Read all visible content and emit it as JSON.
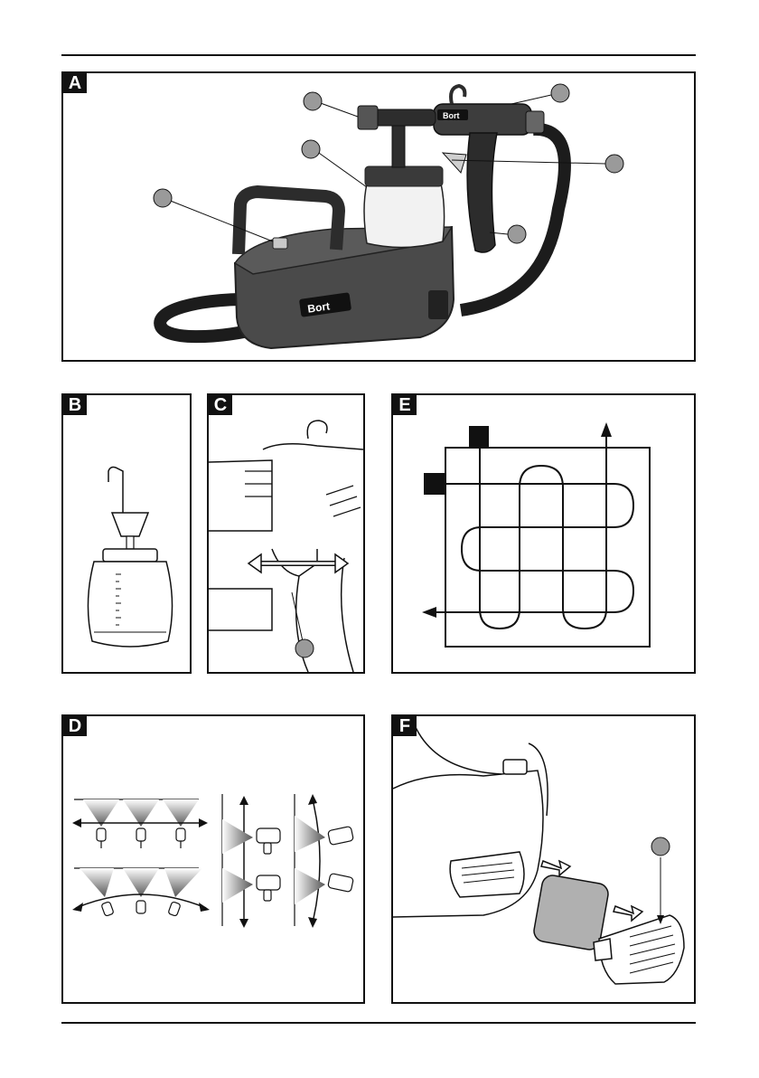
{
  "panels": {
    "a": {
      "label": "A"
    },
    "b": {
      "label": "B"
    },
    "c": {
      "label": "C"
    },
    "d": {
      "label": "D"
    },
    "e": {
      "label": "E"
    },
    "f": {
      "label": "F"
    }
  },
  "branding": {
    "logo_text": "Bort"
  },
  "colors": {
    "ink": "#111111",
    "body_gray": "#4a4a4a",
    "dark_gray": "#2c2c2c",
    "callout_gray": "#9a9a9a",
    "container_white": "#f2f2f2"
  },
  "icons": {
    "callout": "gray-circle-callout",
    "step_marker": "black-square-marker",
    "arrow": "outline-arrow"
  }
}
